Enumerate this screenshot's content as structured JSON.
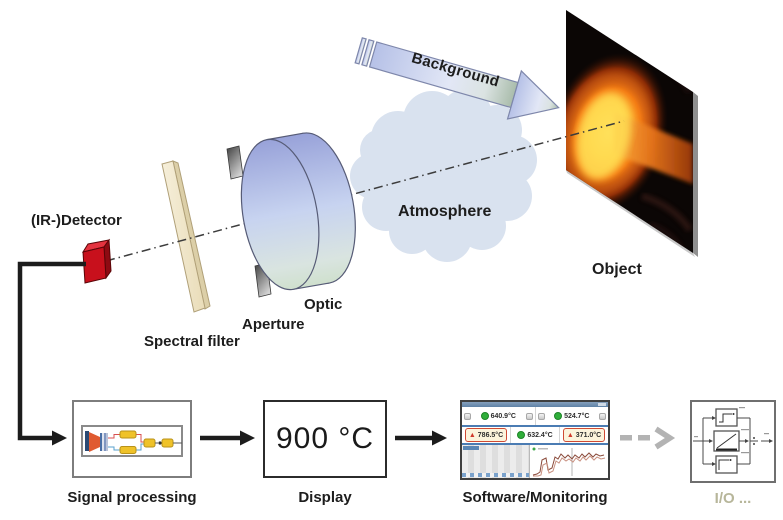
{
  "labels": {
    "detector": "(IR-)Detector",
    "spectral_filter": "Spectral filter",
    "aperture": "Aperture",
    "optic": "Optic",
    "atmosphere": "Atmosphere",
    "background": "Background",
    "object": "Object"
  },
  "chain": {
    "signal_processing": "Signal processing",
    "display_label": "Display",
    "display_value": "900 °C",
    "software_label": "Software/Monitoring",
    "io_label": "I/O ..."
  },
  "software": {
    "readings_row1": [
      {
        "value": "640.9°C",
        "status": "ok"
      },
      {
        "value": "524.7°C",
        "status": "ok"
      }
    ],
    "readings_row2": [
      {
        "value": "786.5°C",
        "status": "alarm"
      },
      {
        "value": "632.4°C",
        "status": "ok"
      },
      {
        "value": "371.0°C",
        "status": "alarm"
      }
    ]
  },
  "icons": {
    "status_ok": "green-dot-icon",
    "alarm": "red-triangle-warning-icon"
  },
  "colors": {
    "ok_green": "#2fae3a",
    "alarm_red": "#d0392b",
    "io_label_khaki": "#b7b69a",
    "lens_blue": "#a8b2e0",
    "cloud_blue": "#d9e2ef",
    "filter_cream": "#f1e8cd",
    "detector_red": "#c8101c",
    "arrow_black": "#1c1c1c",
    "dashed_arrow_gray": "#b3b3b3",
    "separator_blue": "#4b7cb3"
  }
}
